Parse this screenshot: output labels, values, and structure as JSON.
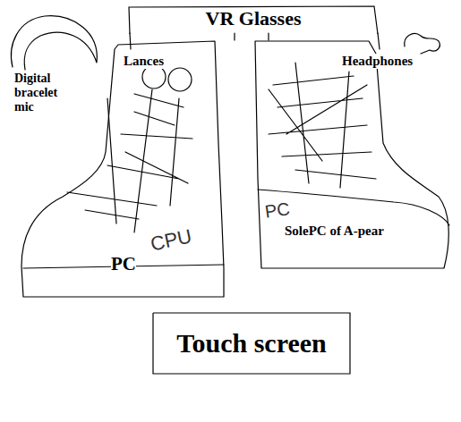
{
  "diagram": {
    "nodes": [
      {
        "text": [
          "VR Glasses"
        ]
      },
      {
        "text": [
          "Touch screen"
        ]
      }
    ],
    "labels": [
      "Lances",
      "Headphones",
      "Digital bracelet mic",
      "PC",
      "SolePC of A-pear",
      "CPU",
      "PC"
    ]
  }
}
